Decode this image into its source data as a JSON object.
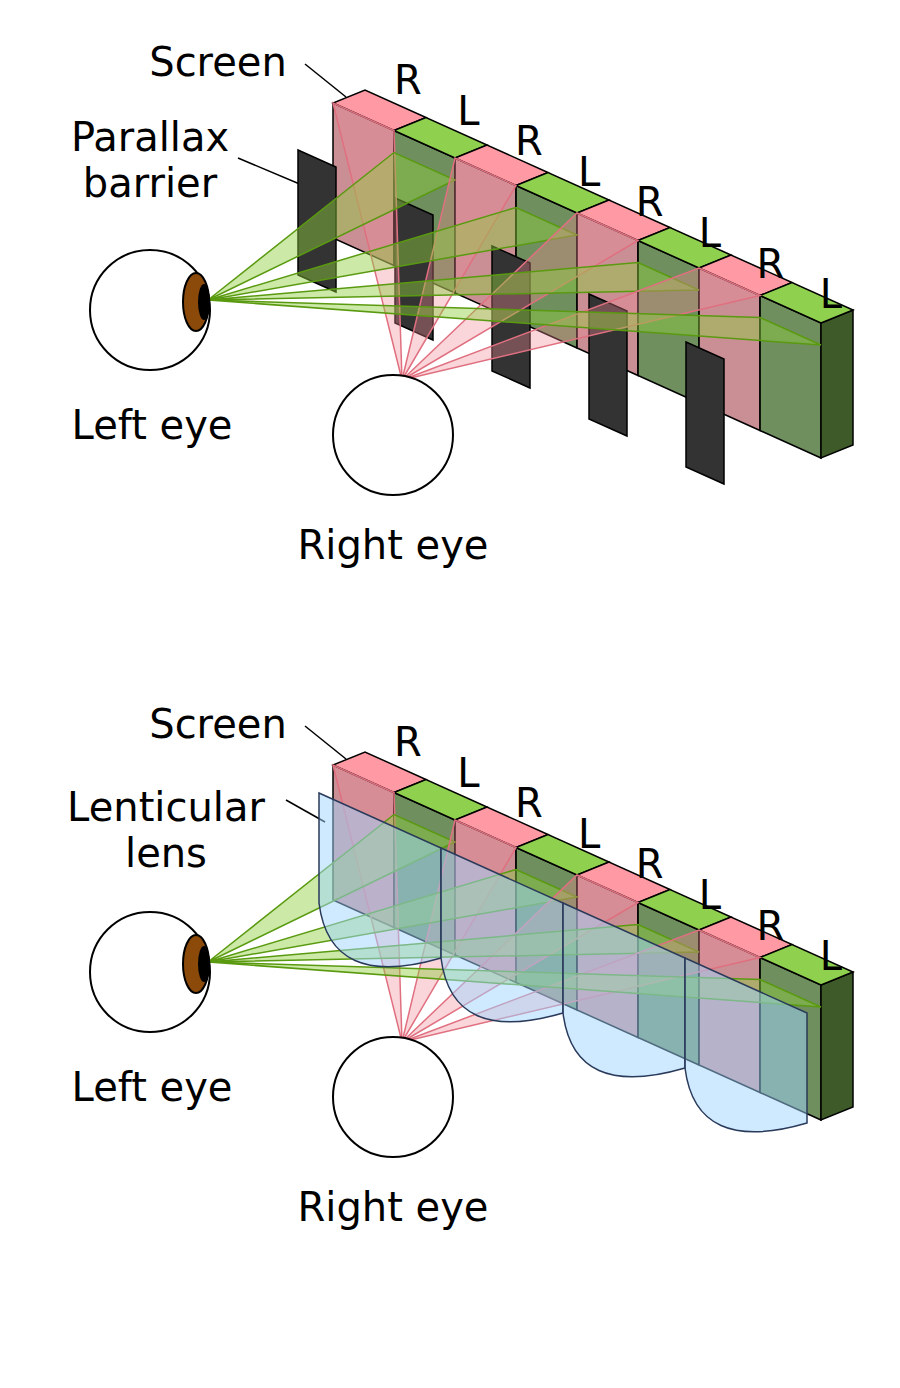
{
  "diagram": {
    "labels": [
      "Screen",
      "R",
      "L",
      "R",
      "L",
      "R",
      "L",
      "R",
      "L",
      "Parallax barrier",
      "Left eye",
      "Right eye",
      "Screen",
      "R",
      "L",
      "R",
      "L",
      "R",
      "L",
      "R",
      "L",
      "Lenticular lens",
      "Left eye",
      "Right eye"
    ]
  }
}
